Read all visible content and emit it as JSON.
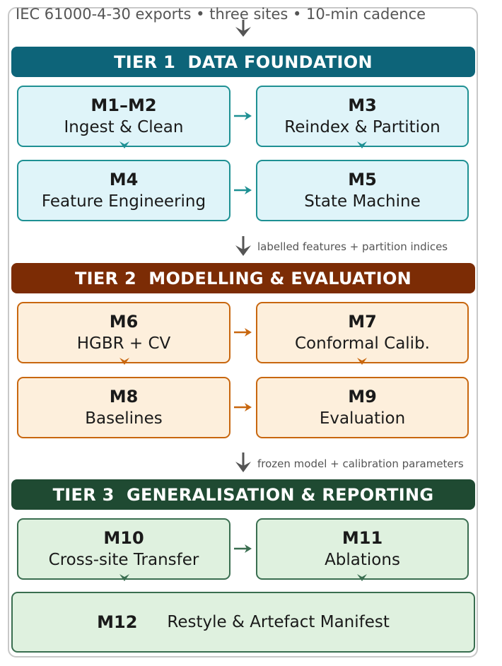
{
  "source_note": "IEC 61000-4-30 exports • three sites • 10-min cadence",
  "tiers": [
    {
      "banner": "TIER 1  DATA FOUNDATION",
      "color": "#0d6479",
      "modules": [
        {
          "id": "M1–M2",
          "name": "Ingest & Clean"
        },
        {
          "id": "M3",
          "name": "Reindex & Partition"
        },
        {
          "id": "M4",
          "name": "Feature Engineering"
        },
        {
          "id": "M5",
          "name": "State Machine"
        }
      ]
    },
    {
      "banner": "TIER 2  MODELLING & EVALUATION",
      "color": "#7c2c05",
      "modules": [
        {
          "id": "M6",
          "name": "HGBR + CV"
        },
        {
          "id": "M7",
          "name": "Conformal Calib."
        },
        {
          "id": "M8",
          "name": "Baselines"
        },
        {
          "id": "M9",
          "name": "Evaluation"
        }
      ]
    },
    {
      "banner": "TIER 3  GENERALISATION & REPORTING",
      "color": "#1f4a32",
      "modules": [
        {
          "id": "M10",
          "name": "Cross-site Transfer"
        },
        {
          "id": "M11",
          "name": "Ablations"
        },
        {
          "id": "M12",
          "name": "Restyle & Artefact Manifest"
        }
      ]
    }
  ],
  "handoffs": [
    "labelled features + partition indices",
    "frozen model + calibration parameters"
  ],
  "colors": {
    "tier1_stroke": "#1e9093",
    "tier2_stroke": "#c8670f",
    "tier3_stroke": "#3a6e50",
    "flow_arrow": "#555555"
  }
}
